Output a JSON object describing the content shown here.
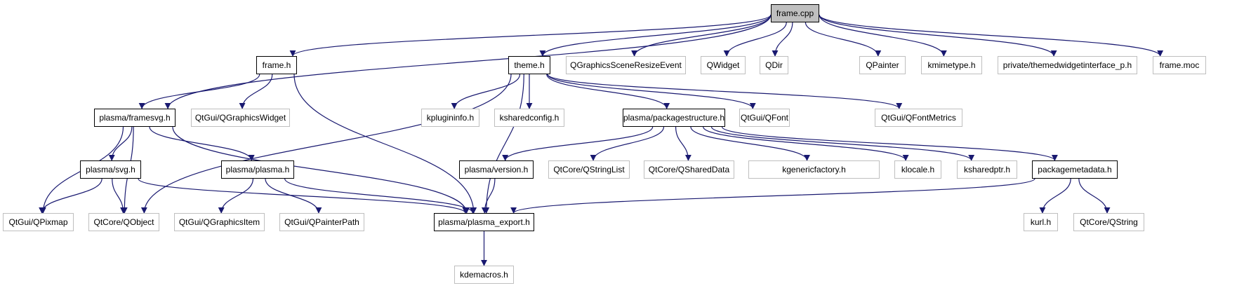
{
  "diagram": {
    "type": "include-dependency-graph",
    "root": "frame.cpp",
    "colors": {
      "edge": "#191970",
      "internal_border": "#000000",
      "external_border": "#bfbfbf",
      "root_fill": "#bfbfbf"
    },
    "nodes": [
      {
        "id": "frame_cpp",
        "label": "frame.cpp",
        "kind": "root"
      },
      {
        "id": "frame_h",
        "label": "frame.h",
        "kind": "internal"
      },
      {
        "id": "theme_h",
        "label": "theme.h",
        "kind": "internal"
      },
      {
        "id": "qgsre",
        "label": "QGraphicsSceneResizeEvent",
        "kind": "external"
      },
      {
        "id": "qwidget",
        "label": "QWidget",
        "kind": "external"
      },
      {
        "id": "qdir",
        "label": "QDir",
        "kind": "external"
      },
      {
        "id": "qpainter",
        "label": "QPainter",
        "kind": "external"
      },
      {
        "id": "kmimetype",
        "label": "kmimetype.h",
        "kind": "external"
      },
      {
        "id": "themedwidget",
        "label": "private/themedwidgetinterface_p.h",
        "kind": "external"
      },
      {
        "id": "frame_moc",
        "label": "frame.moc",
        "kind": "external"
      },
      {
        "id": "framesvg",
        "label": "plasma/framesvg.h",
        "kind": "internal"
      },
      {
        "id": "qgraphicswidget",
        "label": "QtGui/QGraphicsWidget",
        "kind": "external"
      },
      {
        "id": "kplugininfo",
        "label": "kplugininfo.h",
        "kind": "external"
      },
      {
        "id": "ksharedconfig",
        "label": "ksharedconfig.h",
        "kind": "external"
      },
      {
        "id": "packagestructure",
        "label": "plasma/packagestructure.h",
        "kind": "internal"
      },
      {
        "id": "qfont",
        "label": "QtGui/QFont",
        "kind": "external"
      },
      {
        "id": "qfontmetrics",
        "label": "QtGui/QFontMetrics",
        "kind": "external"
      },
      {
        "id": "svg",
        "label": "plasma/svg.h",
        "kind": "internal"
      },
      {
        "id": "plasma",
        "label": "plasma/plasma.h",
        "kind": "internal"
      },
      {
        "id": "version",
        "label": "plasma/version.h",
        "kind": "internal"
      },
      {
        "id": "qstringlist",
        "label": "QtCore/QStringList",
        "kind": "external"
      },
      {
        "id": "qshareddata",
        "label": "QtCore/QSharedData",
        "kind": "external"
      },
      {
        "id": "kgenericfactory",
        "label": "kgenericfactory.h",
        "kind": "external"
      },
      {
        "id": "klocale",
        "label": "klocale.h",
        "kind": "external"
      },
      {
        "id": "ksharedptr",
        "label": "ksharedptr.h",
        "kind": "external"
      },
      {
        "id": "packagemetadata",
        "label": "packagemetadata.h",
        "kind": "internal"
      },
      {
        "id": "qpixmap",
        "label": "QtGui/QPixmap",
        "kind": "external"
      },
      {
        "id": "qobject",
        "label": "QtCore/QObject",
        "kind": "external"
      },
      {
        "id": "qgraphicsitem",
        "label": "QtGui/QGraphicsItem",
        "kind": "external"
      },
      {
        "id": "qpainterpath",
        "label": "QtGui/QPainterPath",
        "kind": "external"
      },
      {
        "id": "plasma_export",
        "label": "plasma/plasma_export.h",
        "kind": "internal"
      },
      {
        "id": "kurl",
        "label": "kurl.h",
        "kind": "external"
      },
      {
        "id": "qstring",
        "label": "QtCore/QString",
        "kind": "external"
      },
      {
        "id": "kdemacros",
        "label": "kdemacros.h",
        "kind": "external"
      }
    ],
    "edges": [
      [
        "frame_cpp",
        "framesvg"
      ],
      [
        "frame_cpp",
        "frame_h"
      ],
      [
        "frame_cpp",
        "theme_h"
      ],
      [
        "frame_cpp",
        "qgsre"
      ],
      [
        "frame_cpp",
        "qwidget"
      ],
      [
        "frame_cpp",
        "qdir"
      ],
      [
        "frame_cpp",
        "qpainter"
      ],
      [
        "frame_cpp",
        "kmimetype"
      ],
      [
        "frame_cpp",
        "themedwidget"
      ],
      [
        "frame_cpp",
        "frame_moc"
      ],
      [
        "frame_h",
        "framesvg"
      ],
      [
        "frame_h",
        "qgraphicswidget"
      ],
      [
        "frame_h",
        "plasma_export"
      ],
      [
        "theme_h",
        "qobject"
      ],
      [
        "theme_h",
        "kplugininfo"
      ],
      [
        "theme_h",
        "ksharedconfig"
      ],
      [
        "theme_h",
        "plasma_export"
      ],
      [
        "theme_h",
        "packagestructure"
      ],
      [
        "theme_h",
        "qfont"
      ],
      [
        "theme_h",
        "qfontmetrics"
      ],
      [
        "framesvg",
        "qpixmap"
      ],
      [
        "framesvg",
        "svg"
      ],
      [
        "framesvg",
        "qobject"
      ],
      [
        "framesvg",
        "plasma"
      ],
      [
        "framesvg",
        "plasma_export"
      ],
      [
        "svg",
        "qpixmap"
      ],
      [
        "svg",
        "qobject"
      ],
      [
        "svg",
        "plasma_export"
      ],
      [
        "plasma",
        "qgraphicsitem"
      ],
      [
        "plasma",
        "qpainterpath"
      ],
      [
        "plasma",
        "plasma_export"
      ],
      [
        "packagestructure",
        "version"
      ],
      [
        "packagestructure",
        "qstringlist"
      ],
      [
        "packagestructure",
        "qshareddata"
      ],
      [
        "packagestructure",
        "kgenericfactory"
      ],
      [
        "packagestructure",
        "klocale"
      ],
      [
        "packagestructure",
        "ksharedptr"
      ],
      [
        "packagestructure",
        "packagemetadata"
      ],
      [
        "version",
        "plasma_export"
      ],
      [
        "packagemetadata",
        "plasma_export"
      ],
      [
        "packagemetadata",
        "kurl"
      ],
      [
        "packagemetadata",
        "qstring"
      ],
      [
        "plasma_export",
        "kdemacros"
      ]
    ]
  }
}
